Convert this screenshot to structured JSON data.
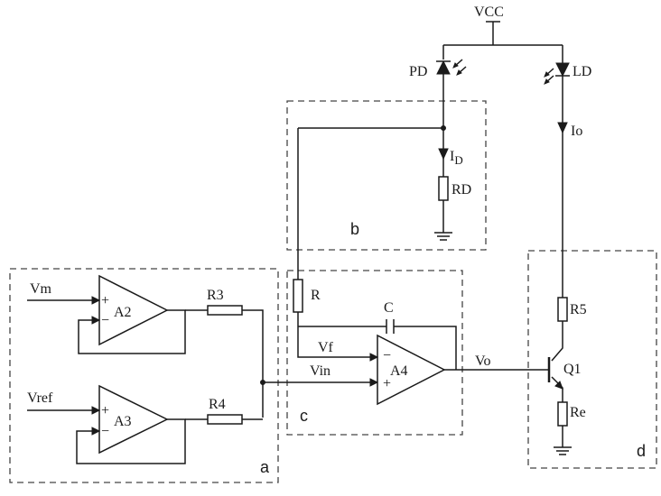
{
  "supply": {
    "label": "VCC"
  },
  "inputs": {
    "vm": "Vm",
    "vref": "Vref"
  },
  "amplifiers": {
    "a2": "A2",
    "a3": "A3",
    "a4": "A4"
  },
  "resistors": {
    "r3": "R3",
    "r4": "R4",
    "r": "R",
    "rd": "RD",
    "r5": "R5",
    "re": "Re"
  },
  "capacitor": {
    "c": "C"
  },
  "diodes": {
    "pd": "PD",
    "ld": "LD"
  },
  "transistor": {
    "q1": "Q1"
  },
  "currents": {
    "id_main": "I",
    "id_sub": "D",
    "io": "Io"
  },
  "signals": {
    "vf": "Vf",
    "vin": "Vin",
    "vo": "Vo"
  },
  "opamp_pins": {
    "plus": "+",
    "minus": "−"
  },
  "regions": {
    "a": "a",
    "b": "b",
    "c": "c",
    "d": "d"
  }
}
